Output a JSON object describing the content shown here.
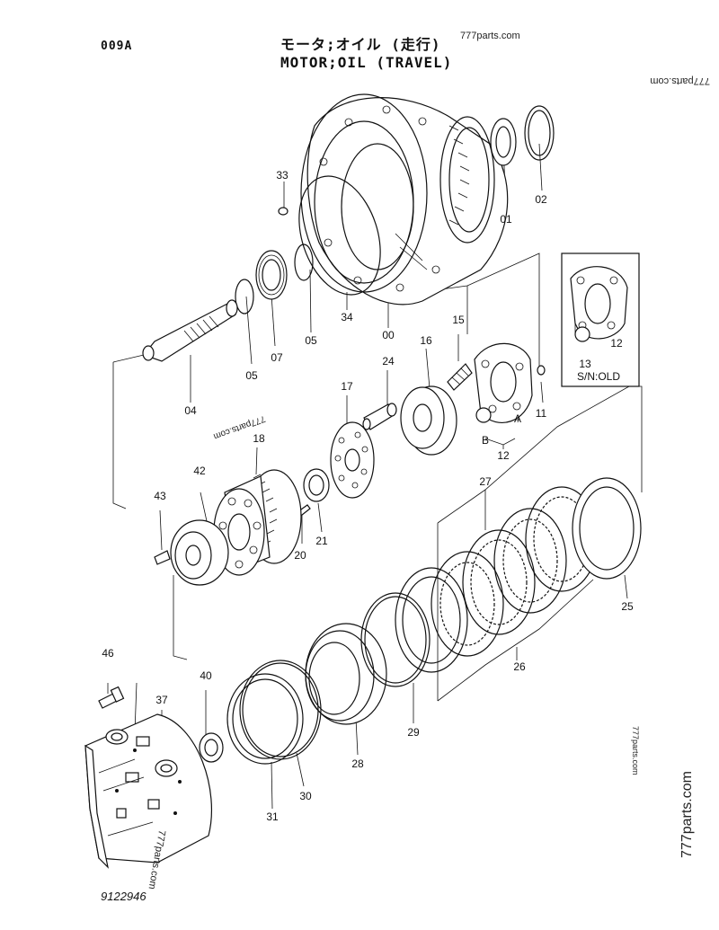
{
  "header": {
    "code": "009A",
    "title_jp": "モータ;オイル (走行)",
    "title_en": "MOTOR;OIL (TRAVEL)"
  },
  "watermarks": {
    "top": "777parts.com",
    "top_right": "777parts.com",
    "center": "777parts.com",
    "side_small": "777parts.com",
    "side_large": "777parts.com",
    "bottom": "777parts.com"
  },
  "footer": {
    "drawing_number": "9122946"
  },
  "inset": {
    "note": "S/N:OLD"
  },
  "callouts": {
    "c00": "00",
    "c01": "01",
    "c02": "02",
    "c04": "04",
    "c05a": "05",
    "c05b": "05",
    "c07": "07",
    "c11": "11",
    "c12a": "12",
    "c12b": "12",
    "c13": "13",
    "c15": "15",
    "c16": "16",
    "c17": "17",
    "c18": "18",
    "c20": "20",
    "c21": "21",
    "c24": "24",
    "c25": "25",
    "c26": "26",
    "c27": "27",
    "c28": "28",
    "c29": "29",
    "c30": "30",
    "c31": "31",
    "c33": "33",
    "c34": "34",
    "c37": "37",
    "c40": "40",
    "c42": "42",
    "c43": "43",
    "c46": "46",
    "cA": "A",
    "cB": "B"
  }
}
